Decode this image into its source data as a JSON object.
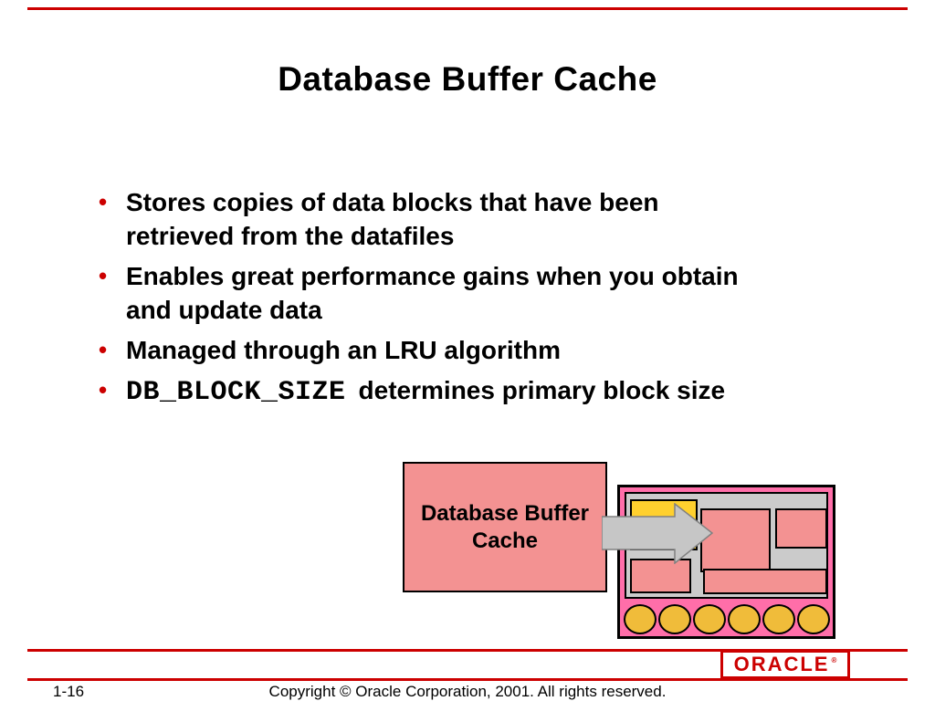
{
  "slide": {
    "title": "Database Buffer Cache",
    "bullet_char": "•",
    "bullets": [
      {
        "lines": [
          "Stores copies of data blocks that have been",
          "retrieved from the datafiles"
        ]
      },
      {
        "lines": [
          "Enables great performance gains when you obtain",
          "and update data"
        ]
      },
      {
        "lines": [
          "Managed through an LRU algorithm"
        ]
      },
      {
        "code": "DB_BLOCK_SIZE",
        "rest": "determines primary block size"
      }
    ]
  },
  "diagram": {
    "label_lines": [
      "Database Buffer",
      "Cache"
    ]
  },
  "footer": {
    "page_number": "1-16",
    "copyright": "Copyright © Oracle Corporation, 2001. All rights reserved.",
    "logo_text": "ORACLE",
    "registered_mark": "®"
  },
  "colors": {
    "accent_red": "#cc0000",
    "salmon": "#f39292",
    "pink": "#ff6ea9",
    "gray": "#cbcbcb",
    "yellow": "#ffd02e",
    "gold": "#f0bc3a",
    "arrow_gray": "#c6c6c6"
  }
}
